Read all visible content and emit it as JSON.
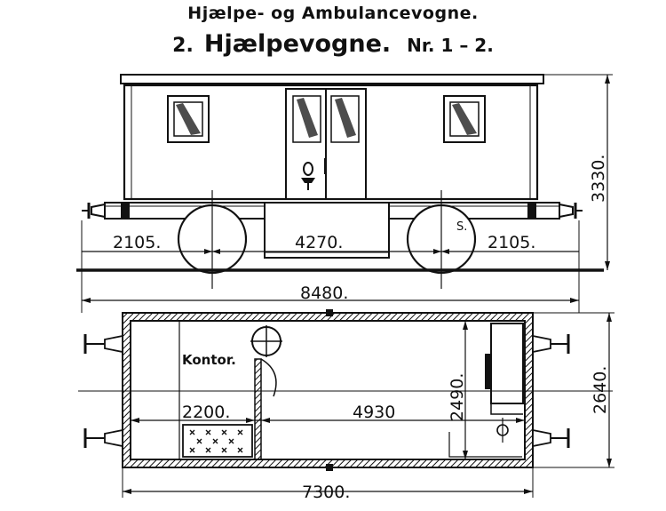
{
  "title": "Hjælpe- og Ambulancevogne.",
  "subtitle": {
    "number": "2.",
    "name": "Hjælpevogne.",
    "serial": "Nr. 1 – 2."
  },
  "dimensions": {
    "overhang_left": "2105.",
    "wheelbase": "4270.",
    "overhang_right": "2105.",
    "length_over_buffers": "8480.",
    "height": "3330.",
    "body_length": "7300.",
    "office_length": "2200.",
    "main_room_length": "4930",
    "inner_width": "2490.",
    "outer_width": "2640."
  },
  "labels": {
    "office": "Kontor.",
    "marker_s": "S."
  }
}
